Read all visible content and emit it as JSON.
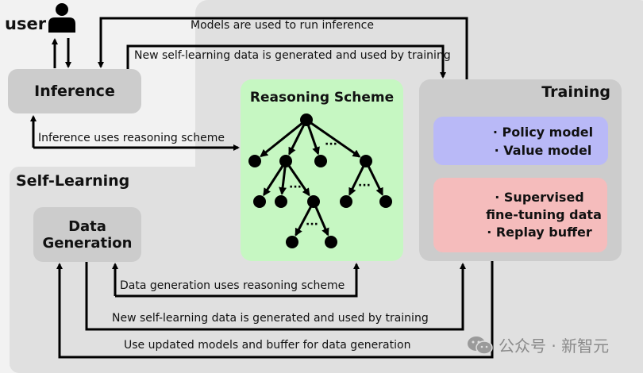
{
  "user": {
    "label": "user",
    "icon": "person-icon"
  },
  "nodes": {
    "inference": "Inference",
    "data_generation": [
      "Data",
      "Generation"
    ],
    "self_learning": "Self-Learning",
    "reasoning_scheme": "Reasoning Scheme",
    "training": {
      "title": "Training",
      "models": [
        "· Policy model",
        "· Value model"
      ],
      "data": [
        "· Supervised",
        "fine-tuning data",
        "· Replay buffer"
      ]
    }
  },
  "edges": {
    "models_to_inference": "Models are used to run inference",
    "inference_to_training": "New self-learning data is generated and used by training",
    "inference_uses_scheme": "Inference uses reasoning scheme",
    "datagen_uses_scheme": "Data generation uses reasoning scheme",
    "datagen_to_training": "New self-learning data is generated and used by training",
    "training_to_datagen": "Use updated models and buffer for data generation"
  },
  "tree": {
    "ellipsis": "···"
  },
  "colors": {
    "reasoning_bg": "#c6f7c2",
    "models_bg": "#b9b9f7",
    "data_bg": "#f5bcbc",
    "box_bg": "#cccccc",
    "region_bg": "#e0e0e0"
  },
  "watermark": {
    "icon": "wechat-icon",
    "text": "公众号 · 新智元"
  }
}
